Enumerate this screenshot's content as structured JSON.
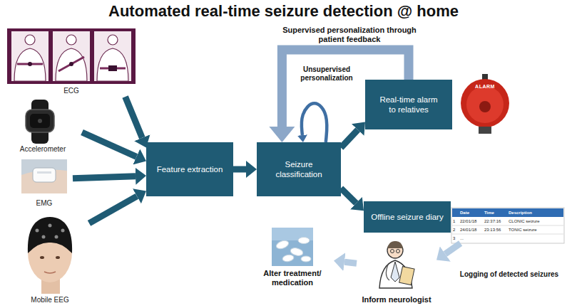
{
  "diagram": {
    "title": "Automated real-time seizure detection @ home",
    "nodes": [
      {
        "text": [
          "ECG"
        ]
      },
      {
        "text": [
          "Accelerometer"
        ]
      },
      {
        "text": [
          "EMG"
        ]
      },
      {
        "text": [
          "Mobile EEG"
        ]
      },
      {
        "text": [
          "Feature extraction"
        ]
      },
      {
        "text": [
          "Seizure classification"
        ]
      },
      {
        "text": [
          "Real-time alarm to relatives"
        ]
      },
      {
        "text": [
          "Offline seizure diary"
        ]
      },
      {
        "text": [
          "Date",
          "Time",
          "Description",
          "1",
          "22/01/18",
          "22:37:16",
          "CLONIC seizure",
          "2",
          "24/01/18",
          "23:13:56",
          "TONIC seizure",
          "3",
          "..."
        ]
      },
      {
        "text": [
          "Inform neurologist"
        ]
      },
      {
        "text": [
          "Alter treatment/ medication"
        ]
      }
    ],
    "edges": [
      {
        "from": 0,
        "to": 4,
        "arrow": "to"
      },
      {
        "from": 1,
        "to": 4,
        "arrow": "to"
      },
      {
        "from": 2,
        "to": 4,
        "arrow": "to"
      },
      {
        "from": 3,
        "to": 4,
        "arrow": "to"
      },
      {
        "from": 4,
        "to": 5,
        "arrow": "to"
      },
      {
        "from": 5,
        "to": 6,
        "arrow": "to"
      },
      {
        "from": 5,
        "to": 7,
        "arrow": "to"
      },
      {
        "from": 6,
        "to": 5,
        "arrow": "to",
        "label": "Supervised personalization through patient feedback"
      },
      {
        "from": 5,
        "to": 5,
        "arrow": "to",
        "label": "Unsupervised personalization"
      },
      {
        "from": 8,
        "to": 9,
        "arrow": "to",
        "label": "Logging of detected seizures"
      },
      {
        "from": 9,
        "to": 10,
        "arrow": "to"
      }
    ],
    "labels": [
      "ALARM"
    ]
  }
}
